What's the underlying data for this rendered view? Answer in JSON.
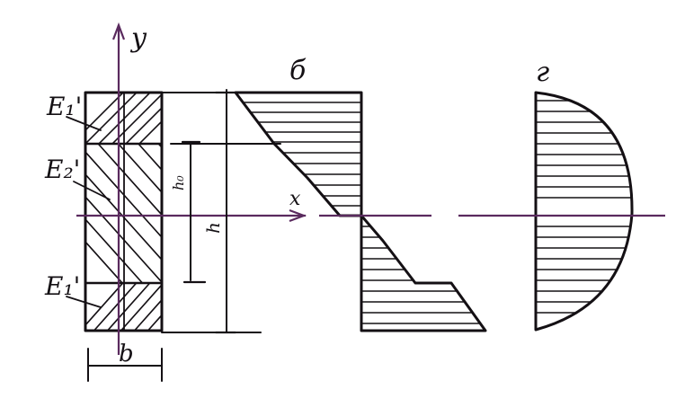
{
  "labels": {
    "axis_y": "y",
    "axis_x": "x",
    "layer_top": "E₁'",
    "layer_middle": "E₂'",
    "layer_bottom": "E₁'",
    "dim_inner": "h₀",
    "dim_outer": "h",
    "dim_width": "b",
    "diagram_b": "б",
    "diagram_g": "г"
  },
  "colors": {
    "ink": "#141014",
    "axis": "#5a2a5e"
  }
}
